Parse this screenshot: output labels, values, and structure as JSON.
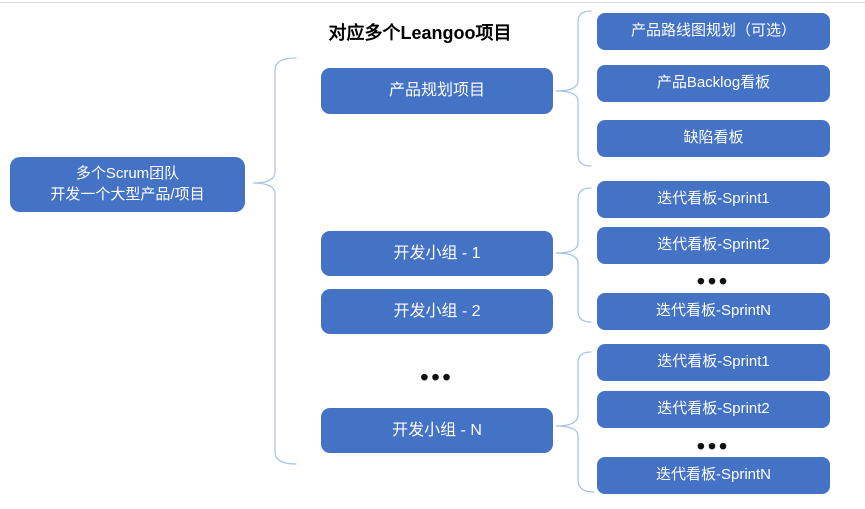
{
  "title": "对应多个Leangoo项目",
  "ellipsis": "•••",
  "root": {
    "line1": "多个Scrum团队",
    "line2": "开发一个大型产品/项目"
  },
  "planning": {
    "label": "产品规划项目",
    "boards": [
      "产品路线图规划（可选）",
      "产品Backlog看板",
      "缺陷看板"
    ]
  },
  "teams": {
    "team1": {
      "label": "开发小组 - 1",
      "sprints": [
        "迭代看板-Sprint1",
        "迭代看板-Sprint2",
        "迭代看板-SprintN"
      ]
    },
    "team2": {
      "label": "开发小组 - 2"
    },
    "teamN": {
      "label": "开发小组 - N",
      "sprints": [
        "迭代看板-Sprint1",
        "迭代看板-Sprint2",
        "迭代看板-SprintN"
      ]
    }
  },
  "colors": {
    "node_fill": "#4472C4",
    "node_text": "#FFFFFF",
    "brace_stroke": "#A9C4EA",
    "title_text": "#000000",
    "ellipsis_dots": "#111111",
    "top_hairline": "#D9D9D9"
  }
}
